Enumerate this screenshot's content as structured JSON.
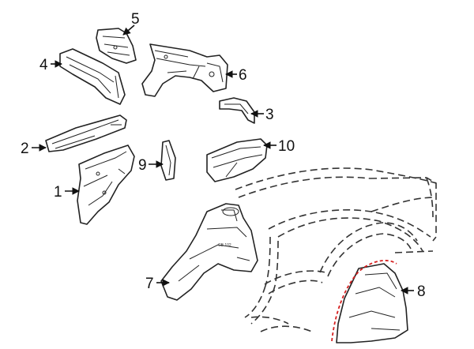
{
  "callouts": {
    "c1": "1",
    "c2": "2",
    "c3": "3",
    "c4": "4",
    "c5": "5",
    "c6": "6",
    "c7": "7",
    "c8": "8",
    "c9": "9",
    "c10": "10"
  },
  "part_stamp": "CB 102",
  "highlight_color": "#d62020"
}
